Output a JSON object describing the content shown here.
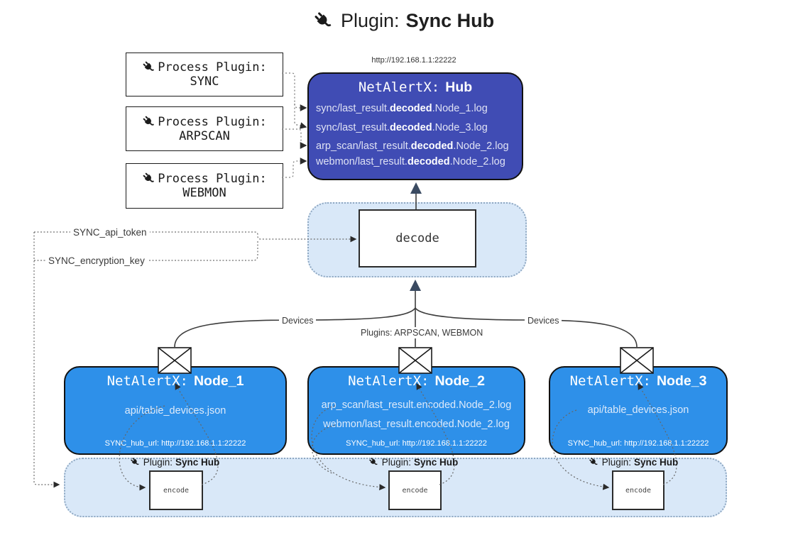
{
  "title": {
    "label": "Plugin:",
    "name": "Sync Hub"
  },
  "process_plugins": [
    {
      "label": "Process Plugin:",
      "name": "SYNC"
    },
    {
      "label": "Process Plugin:",
      "name": "ARPSCAN"
    },
    {
      "label": "Process Plugin:",
      "name": "WEBMON"
    }
  ],
  "hub": {
    "url": "http://192.168.1.1:22222",
    "title_label": "NetAlertX:",
    "title_name": "Hub",
    "logs": [
      {
        "pre": "sync/last_result.",
        "em": "decoded",
        "post": ".Node_1.log"
      },
      {
        "pre": "sync/last_result.",
        "em": "decoded",
        "post": ".Node_3.log"
      },
      {
        "pre": "arp_scan/last_result.",
        "em": "decoded",
        "post": ".Node_2.log"
      },
      {
        "pre": "webmon/last_result.",
        "em": "decoded",
        "post": ".Node_2.log"
      }
    ]
  },
  "decode_box": {
    "label": "decode"
  },
  "config": {
    "api_token": "SYNC_api_token",
    "encryption_key": "SYNC_encryption_key"
  },
  "edge_labels": {
    "devices_left": "Devices",
    "devices_right": "Devices",
    "plugins_middle": "Plugins: ARPSCAN, WEBMON"
  },
  "nodes": [
    {
      "title_label": "NetAlertX:",
      "title_name": "Node_1",
      "lines": [
        "api/table_devices.json"
      ],
      "hub_url": "SYNC_hub_url: http://192.168.1.1:22222"
    },
    {
      "title_label": "NetAlertX:",
      "title_name": "Node_2",
      "lines": [
        "arp_scan/last_result.encoded.Node_2.log",
        "webmon/last_result.encoded.Node_2.log"
      ],
      "hub_url": "SYNC_hub_url: http://192.168.1.1:22222"
    },
    {
      "title_label": "NetAlertX:",
      "title_name": "Node_3",
      "lines": [
        "api/table_devices.json"
      ],
      "hub_url": "SYNC_hub_url: http://192.168.1.1:22222"
    }
  ],
  "encoders": [
    {
      "label": "Plugin:",
      "name": "Sync Hub",
      "box_label": "encode"
    },
    {
      "label": "Plugin:",
      "name": "Sync Hub",
      "box_label": "encode"
    },
    {
      "label": "Plugin:",
      "name": "Sync Hub",
      "box_label": "encode"
    }
  ],
  "colors": {
    "hub_fill": "#404CB4",
    "node_fill": "#2E90E9",
    "panel_fill": "#D9E8F8",
    "panel_border": "#8FA8C2",
    "line": "#3D3D3D",
    "arrow_accent": "#3A4A61",
    "ink": "#1B1B1B"
  }
}
